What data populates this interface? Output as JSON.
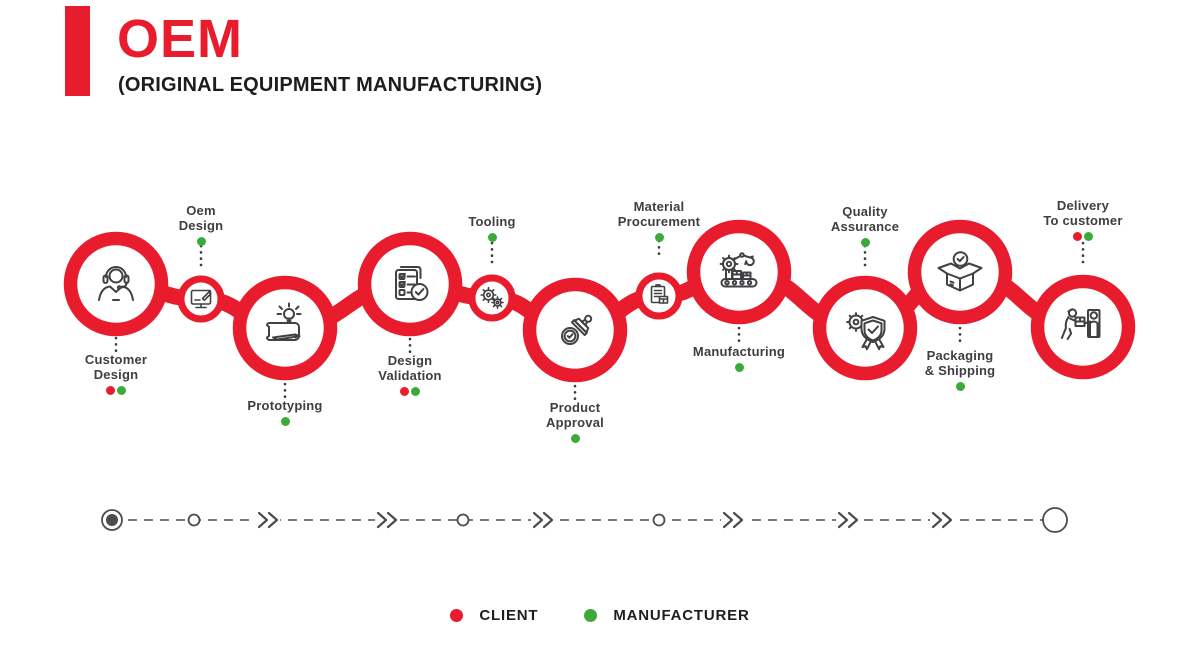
{
  "header": {
    "title": "OEM",
    "subtitle": "(ORIGINAL EQUIPMENT MANUFACTURING)"
  },
  "colors": {
    "client_red": "#e81c2c",
    "manufacturer_green": "#3caa3a",
    "icon_dark": "#414144",
    "timeline_gray": "#4c4c4e",
    "label_dark": "#3f3e41"
  },
  "legend": [
    {
      "actor": "client",
      "label": "CLIENT"
    },
    {
      "actor": "manufacturer",
      "label": "MANUFACTURER"
    }
  ],
  "steps": [
    {
      "name": "customer-design",
      "label_lines": [
        "Customer",
        "Design"
      ],
      "label_position": "below",
      "size": "large",
      "icon": "headset-person-icon",
      "actors": [
        "client",
        "manufacturer"
      ]
    },
    {
      "name": "oem-design",
      "label_lines": [
        "Oem",
        "Design"
      ],
      "label_position": "above",
      "size": "small",
      "icon": "design-monitor-icon",
      "actors": [
        "manufacturer"
      ]
    },
    {
      "name": "prototyping",
      "label_lines": [
        "Prototyping"
      ],
      "label_position": "below",
      "size": "large",
      "icon": "blueprint-idea-icon",
      "actors": [
        "manufacturer"
      ]
    },
    {
      "name": "design-validation",
      "label_lines": [
        "Design",
        "Validation"
      ],
      "label_position": "below",
      "size": "large",
      "icon": "checklist-icon",
      "actors": [
        "client",
        "manufacturer"
      ]
    },
    {
      "name": "tooling",
      "label_lines": [
        "Tooling"
      ],
      "label_position": "above",
      "size": "small",
      "icon": "gears-icon",
      "actors": [
        "manufacturer"
      ]
    },
    {
      "name": "product-approval",
      "label_lines": [
        "Product",
        "Approval"
      ],
      "label_position": "below",
      "size": "large",
      "icon": "approval-stamp-icon",
      "actors": [
        "manufacturer"
      ]
    },
    {
      "name": "material-procurement",
      "label_lines": [
        "Material",
        "Procurement"
      ],
      "label_position": "above",
      "size": "small",
      "icon": "clipboard-supply-icon",
      "actors": [
        "manufacturer"
      ]
    },
    {
      "name": "manufacturing",
      "label_lines": [
        "Manufacturing"
      ],
      "label_position": "below",
      "size": "large",
      "icon": "robot-arm-icon",
      "actors": [
        "manufacturer"
      ]
    },
    {
      "name": "quality-assurance",
      "label_lines": [
        "Quality",
        "Assurance"
      ],
      "label_position": "above",
      "size": "large",
      "icon": "shield-gear-icon",
      "actors": [
        "manufacturer"
      ]
    },
    {
      "name": "packaging-shipping",
      "label_lines": [
        "Packaging",
        "& Shipping"
      ],
      "label_position": "below",
      "size": "large",
      "icon": "open-box-icon",
      "actors": [
        "manufacturer"
      ]
    },
    {
      "name": "delivery-to-customer",
      "label_lines": [
        "Delivery",
        "To customer"
      ],
      "label_position": "above",
      "size": "large",
      "icon": "delivery-handover-icon",
      "actors": [
        "client",
        "manufacturer"
      ]
    }
  ]
}
